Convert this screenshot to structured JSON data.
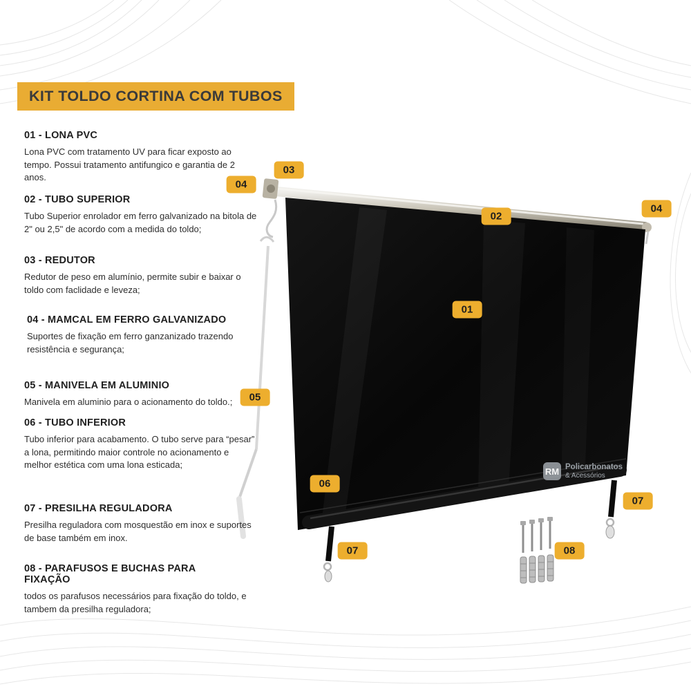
{
  "page": {
    "title": "KIT TOLDO CORTINA COM TUBOS"
  },
  "items": [
    {
      "num": "01",
      "heading": "01 - LONA PVC",
      "body": "Lona PVC com tratamento UV para ficar exposto ao tempo. Possui tratamento antifungico e garantia de 2 anos."
    },
    {
      "num": "02",
      "heading": "02 - TUBO SUPERIOR",
      "body": "Tubo Superior enrolador em ferro galvanizado na bitola de 2\" ou 2,5\" de acordo com a medida do toldo;"
    },
    {
      "num": "03",
      "heading": "03 - REDUTOR",
      "body": "Redutor de peso em alumínio, permite subir e baixar o toldo com faclidade e leveza;"
    },
    {
      "num": "04",
      "heading": "04 - MAMCAL  EM FERRO GALVANIZADO",
      "body": "Suportes de fixação em ferro ganzanizado trazendo resistência e segurança;"
    },
    {
      "num": "05",
      "heading": "05 - MANIVELA EM ALUMINIO",
      "body": "Manivela em aluminio para o acionamento do toldo.;"
    },
    {
      "num": "06",
      "heading": "06 - TUBO INFERIOR",
      "body": "Tubo inferior para acabamento. O tubo serve para “pesar” a lona, permitindo maior controle no acionamento e melhor estética com uma lona esticada;"
    },
    {
      "num": "07",
      "heading": "07 - PRESILHA REGULADORA",
      "body": "Presilha reguladora com mosquestão em inox e suportes de base também em inox."
    },
    {
      "num": "08",
      "heading": "08 - PARAFUSOS E BUCHAS PARA FIXAÇÃO",
      "body": "todos os parafusos necessários para fixação do toldo, e tambem da presilha reguladora;"
    }
  ],
  "badges": [
    {
      "label": "03"
    },
    {
      "label": "04"
    },
    {
      "label": "02"
    },
    {
      "label": "04"
    },
    {
      "label": "01"
    },
    {
      "label": "05"
    },
    {
      "label": "06"
    },
    {
      "label": "07"
    },
    {
      "label": "07"
    },
    {
      "label": "08"
    }
  ],
  "watermark": {
    "logo": "RM",
    "name": "Policarbonatos",
    "suffix": "& Acessórios"
  },
  "colors": {
    "accent": "#E9AC33",
    "badge": "#EDAE2E",
    "badge_text": "#1F1F1F",
    "canvas_black": "#0A0A0A",
    "text_dark": "#1F1F1F",
    "decoration_gray": "#E7E7E7"
  }
}
